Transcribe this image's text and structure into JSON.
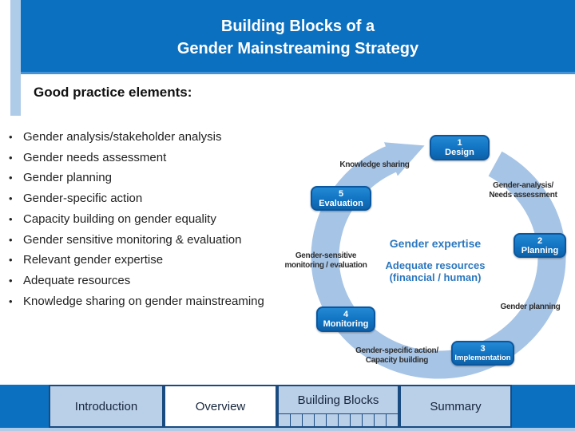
{
  "slide": {
    "title_line1": "Building Blocks of a",
    "title_line2": "Gender Mainstreaming Strategy",
    "subtitle": "Good practice elements:",
    "bullets": [
      "Gender analysis/stakeholder analysis",
      "Gender needs assessment",
      "Gender planning",
      "Gender-specific action",
      "Capacity building on gender equality",
      "Gender sensitive monitoring & evaluation",
      "Relevant gender expertise",
      "Adequate resources",
      "Knowledge sharing on gender mainstreaming"
    ]
  },
  "diagram": {
    "stages": [
      {
        "num": "1",
        "label": "Design"
      },
      {
        "num": "2",
        "label": "Planning"
      },
      {
        "num": "3",
        "label": "Implementation"
      },
      {
        "num": "4",
        "label": "Monitoring"
      },
      {
        "num": "5",
        "label": "Evaluation"
      }
    ],
    "annotations": [
      {
        "line1": "Knowledge sharing",
        "line2": ""
      },
      {
        "line1": "Gender-analysis/",
        "line2": "Needs assessment"
      },
      {
        "line1": "Gender planning",
        "line2": ""
      },
      {
        "line1": "Gender-specific action/",
        "line2": "Capacity building"
      },
      {
        "line1": "Gender-sensitive",
        "line2": "monitoring / evaluation"
      }
    ],
    "center_line1": "Gender expertise",
    "center_line2": "Adequate resources",
    "center_line3": "(financial / human)"
  },
  "nav": {
    "tabs": [
      {
        "label": "Introduction",
        "active": false
      },
      {
        "label": "Overview",
        "active": true
      },
      {
        "label": "Building Blocks",
        "active": false
      },
      {
        "label": "Summary",
        "active": false
      }
    ],
    "building_blocks_cells": 10
  },
  "colors": {
    "primary_blue": "#0C70C0",
    "accent_light_blue": "#AECBE8",
    "tab_light_blue": "#BACFE8",
    "ring_blue": "#A6C4E6",
    "stage_box_blue": "#1173C2",
    "center_text_blue": "#2B77BE",
    "nav_border_blue": "#1A4B80"
  }
}
